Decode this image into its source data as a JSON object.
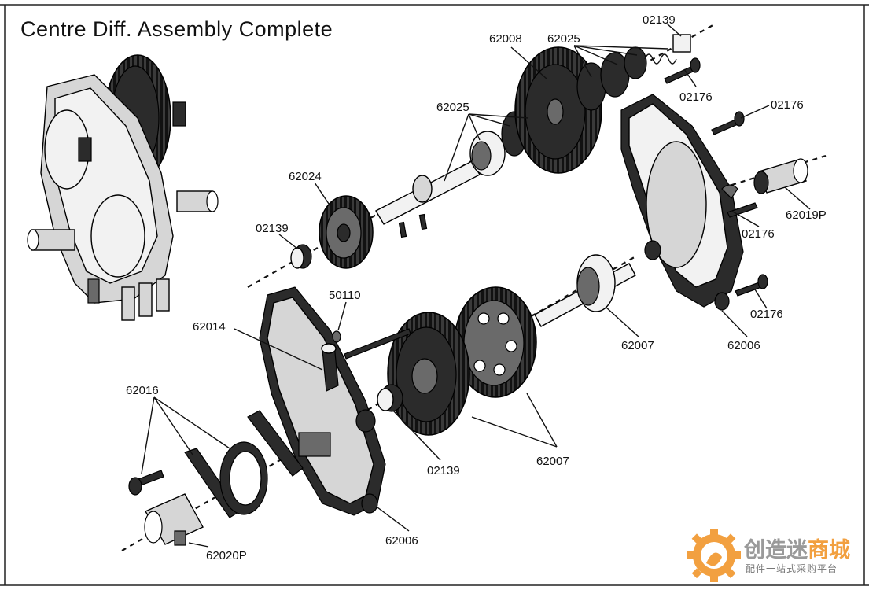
{
  "title": "Centre Diff. Assembly Complete",
  "callouts": [
    {
      "id": "c1",
      "text": "02139"
    },
    {
      "id": "c2",
      "text": "62008"
    },
    {
      "id": "c3",
      "text": "62025"
    },
    {
      "id": "c4",
      "text": "02176"
    },
    {
      "id": "c5",
      "text": "02176"
    },
    {
      "id": "c6",
      "text": "62025"
    },
    {
      "id": "c7",
      "text": "62024"
    },
    {
      "id": "c8",
      "text": "02139"
    },
    {
      "id": "c9",
      "text": "62019P"
    },
    {
      "id": "c10",
      "text": "02176"
    },
    {
      "id": "c11",
      "text": "02176"
    },
    {
      "id": "c12",
      "text": "50110"
    },
    {
      "id": "c13",
      "text": "62014"
    },
    {
      "id": "c14",
      "text": "62007"
    },
    {
      "id": "c15",
      "text": "62006"
    },
    {
      "id": "c16",
      "text": "62016"
    },
    {
      "id": "c17",
      "text": "62007"
    },
    {
      "id": "c18",
      "text": "02139"
    },
    {
      "id": "c19",
      "text": "62006"
    },
    {
      "id": "c20",
      "text": "62020P"
    }
  ],
  "watermark": {
    "name_part1": "创造迷",
    "name_part2": "商城",
    "tagline": "配件一站式采购平台",
    "accent_color": "#f2a040"
  }
}
